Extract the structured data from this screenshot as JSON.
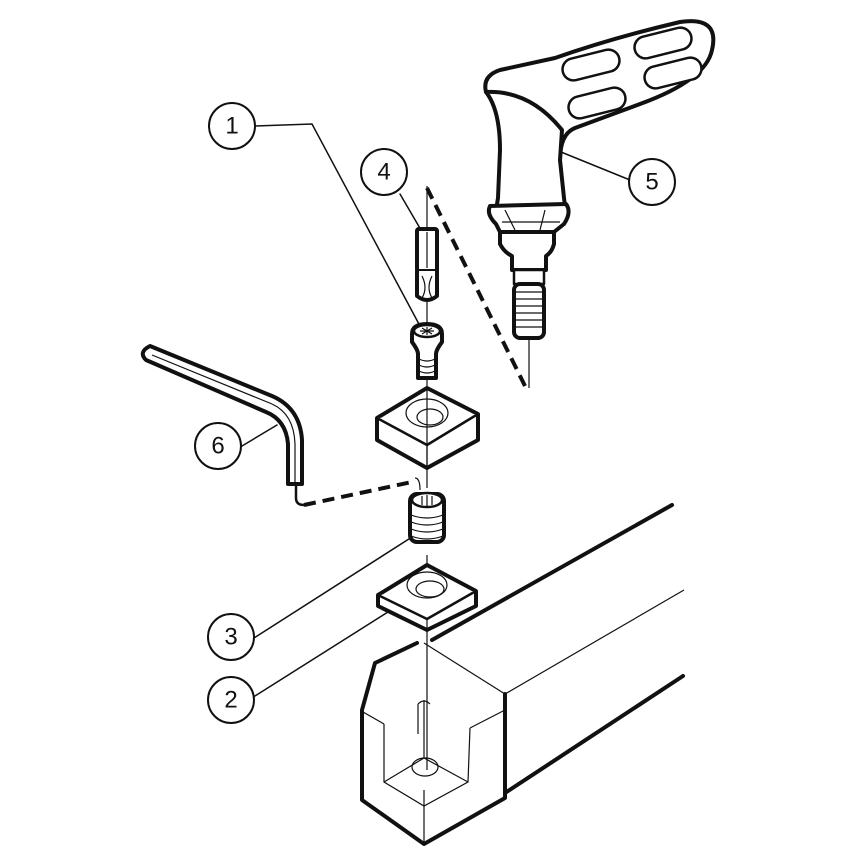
{
  "diagram": {
    "type": "exploded-assembly",
    "subject": "Turning tool holder with shim, insert clamp screw and tools",
    "colors": {
      "line": "#111111",
      "background": "#ffffff"
    },
    "callouts": [
      {
        "id": "1",
        "label": "1",
        "part": "insert screw (torx head)"
      },
      {
        "id": "2",
        "label": "2",
        "part": "shim"
      },
      {
        "id": "3",
        "label": "3",
        "part": "shim screw"
      },
      {
        "id": "4",
        "label": "4",
        "part": "torx bit/key"
      },
      {
        "id": "5",
        "label": "5",
        "part": "torque screwdriver handle"
      },
      {
        "id": "6",
        "label": "6",
        "part": "hex (Allen) key"
      }
    ]
  }
}
